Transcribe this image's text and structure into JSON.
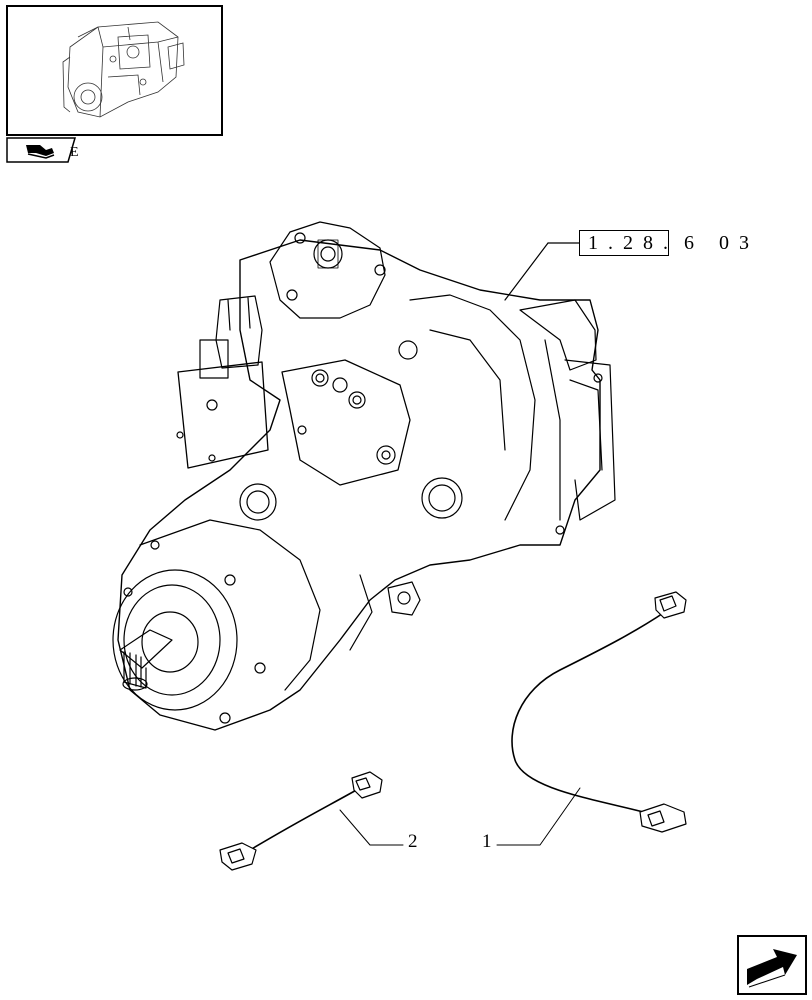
{
  "thumbnail": {
    "tab_letter": "E"
  },
  "reference": {
    "boxed": "1.28.",
    "suffix": "6 03"
  },
  "callouts": [
    {
      "label": "2"
    },
    {
      "label": "1"
    }
  ],
  "icons": {
    "thumbnail_tab": "pump-section-icon",
    "navigation": "next-page-arrow-icon"
  }
}
